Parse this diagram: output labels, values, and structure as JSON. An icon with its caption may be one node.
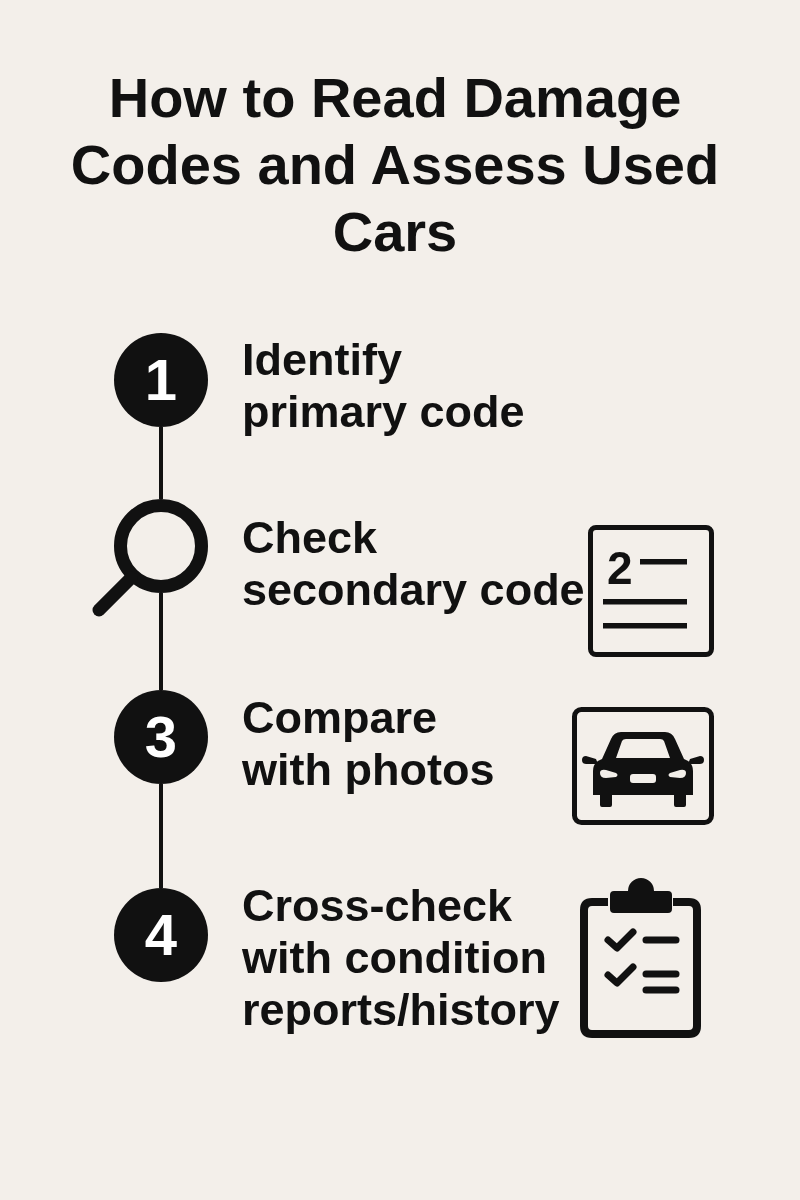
{
  "diagram": {
    "title": "How to Read Damage Codes and Assess Used Cars",
    "nodes": [
      {
        "text": [
          "1"
        ],
        "beside": [
          "Identify primary code"
        ]
      },
      {
        "text": [],
        "shape": "circle"
      },
      {
        "text": [
          "2"
        ],
        "beside": [
          "Check secondary code"
        ]
      },
      {
        "text": [
          "3"
        ],
        "beside": [
          "Compare with photos"
        ]
      },
      {
        "text": [
          "4"
        ],
        "beside": [
          "Cross-check with condition reports/history"
        ]
      }
    ],
    "edges": [
      {
        "from": 0,
        "to": 1,
        "arrow": "none"
      },
      {
        "from": 1,
        "to": 3,
        "arrow": "none"
      },
      {
        "from": 3,
        "to": 4,
        "arrow": "none"
      }
    ]
  }
}
